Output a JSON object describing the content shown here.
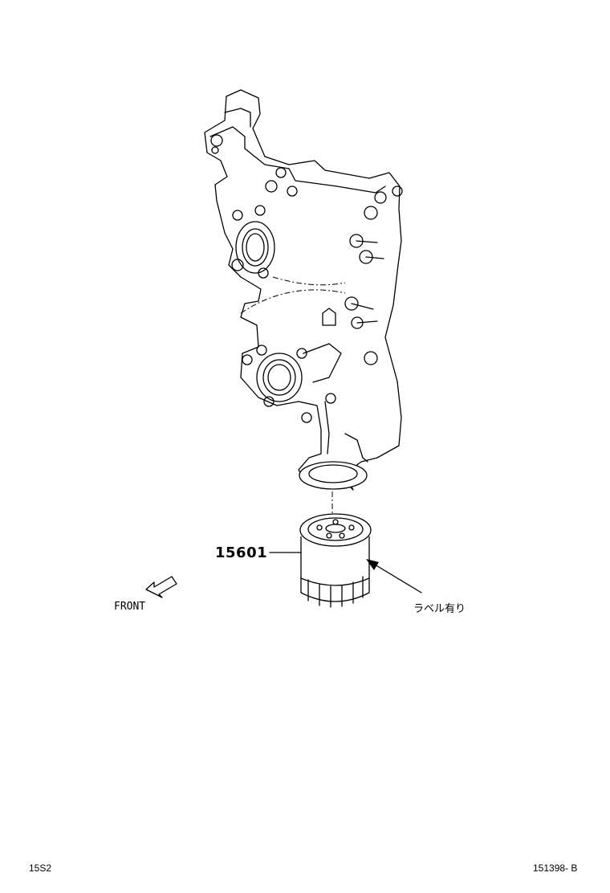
{
  "diagram": {
    "part_number": "15601",
    "front_label": "FRONT",
    "label_note": "ラベル有り",
    "footer_left": "15S2",
    "footer_right": "151398- B"
  },
  "colors": {
    "line": "#000000",
    "background": "#ffffff"
  }
}
